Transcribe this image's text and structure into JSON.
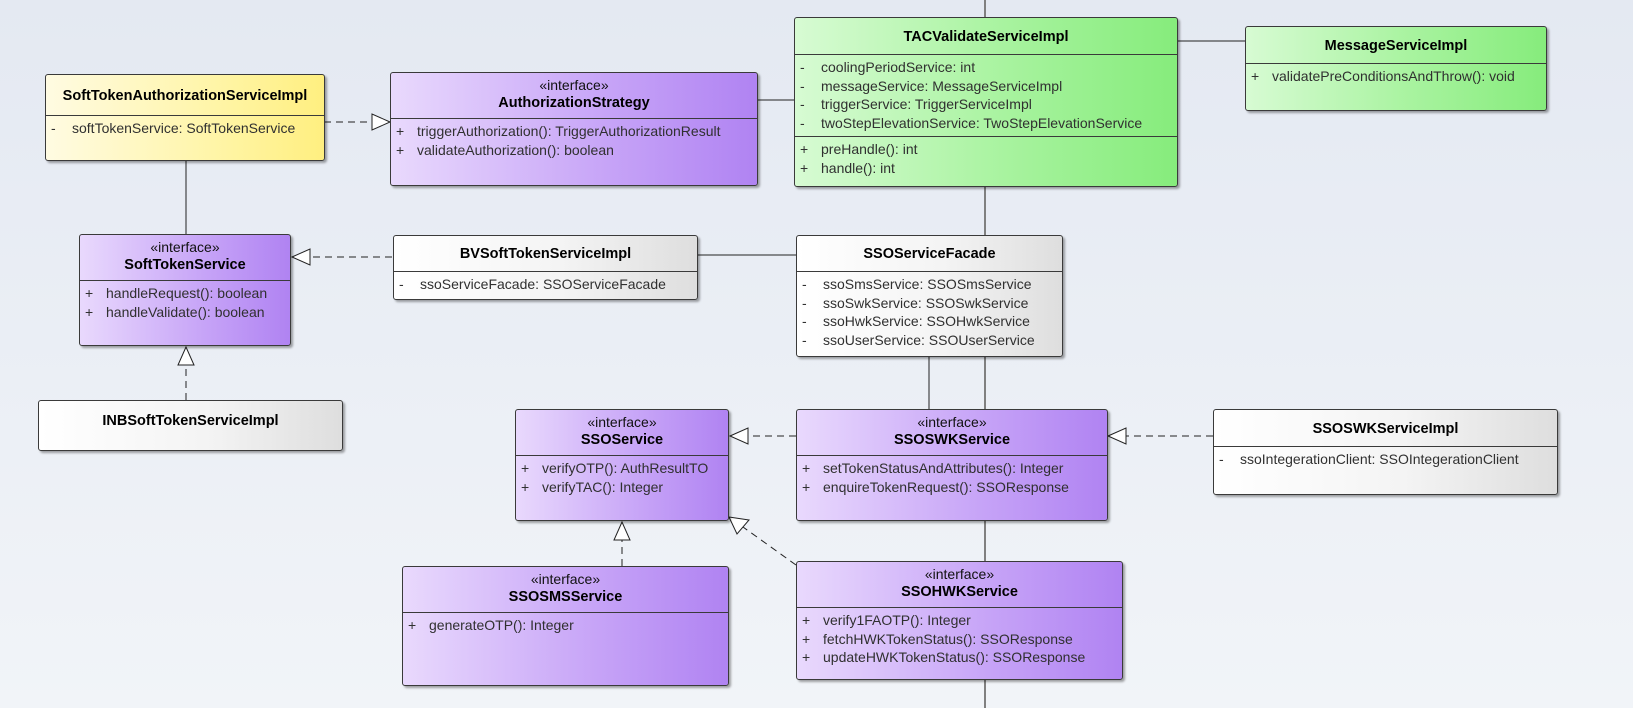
{
  "classes": {
    "soft_token_authorization_service_impl": {
      "name": "SoftTokenAuthorizationServiceImpl",
      "attributes": [
        {
          "vis": "-",
          "text": "softTokenService: SoftTokenService"
        }
      ]
    },
    "authorization_strategy": {
      "stereotype": "«interface»",
      "name": "AuthorizationStrategy",
      "operations": [
        {
          "vis": "+",
          "text": "triggerAuthorization(): TriggerAuthorizationResult"
        },
        {
          "vis": "+",
          "text": "validateAuthorization(): boolean"
        }
      ]
    },
    "tac_validate_service_impl": {
      "name": "TACValidateServiceImpl",
      "attributes": [
        {
          "vis": "-",
          "text": "coolingPeriodService: int"
        },
        {
          "vis": "-",
          "text": "messageService: MessageServiceImpl"
        },
        {
          "vis": "-",
          "text": "triggerService: TriggerServiceImpl"
        },
        {
          "vis": "-",
          "text": "twoStepElevationService: TwoStepElevationService"
        }
      ],
      "operations": [
        {
          "vis": "+",
          "text": "preHandle(): int"
        },
        {
          "vis": "+",
          "text": "handle(): int"
        }
      ]
    },
    "message_service_impl": {
      "name": "MessageServiceImpl",
      "operations": [
        {
          "vis": "+",
          "text": "validatePreConditionsAndThrow(): void"
        }
      ]
    },
    "soft_token_service": {
      "stereotype": "«interface»",
      "name": "SoftTokenService",
      "operations": [
        {
          "vis": "+",
          "text": "handleRequest(): boolean"
        },
        {
          "vis": "+",
          "text": "handleValidate(): boolean"
        }
      ]
    },
    "bv_soft_token_service_impl": {
      "name": "BVSoftTokenServiceImpl",
      "attributes": [
        {
          "vis": "-",
          "text": "ssoServiceFacade: SSOServiceFacade"
        }
      ]
    },
    "sso_service_facade": {
      "name": "SSOServiceFacade",
      "attributes": [
        {
          "vis": "-",
          "text": "ssoSmsService: SSOSmsService"
        },
        {
          "vis": "-",
          "text": "ssoSwkService: SSOSwkService"
        },
        {
          "vis": "-",
          "text": "ssoHwkService: SSOHwkService"
        },
        {
          "vis": "-",
          "text": "ssoUserService: SSOUserService"
        }
      ]
    },
    "inb_soft_token_service_impl": {
      "name": "INBSoftTokenServiceImpl"
    },
    "sso_service": {
      "stereotype": "«interface»",
      "name": "SSOService",
      "operations": [
        {
          "vis": "+",
          "text": "verifyOTP(): AuthResultTO"
        },
        {
          "vis": "+",
          "text": "verifyTAC(): Integer"
        }
      ]
    },
    "ssoswk_service": {
      "stereotype": "«interface»",
      "name": "SSOSWKService",
      "operations": [
        {
          "vis": "+",
          "text": "setTokenStatusAndAttributes(): Integer"
        },
        {
          "vis": "+",
          "text": "enquireTokenRequest(): SSOResponse"
        }
      ]
    },
    "ssoswk_service_impl": {
      "name": "SSOSWKServiceImpl",
      "attributes": [
        {
          "vis": "-",
          "text": "ssoIntegerationClient: SSOIntegerationClient"
        }
      ]
    },
    "ssosms_service": {
      "stereotype": "«interface»",
      "name": "SSOSMSService",
      "operations": [
        {
          "vis": "+",
          "text": "generateOTP(): Integer"
        }
      ]
    },
    "ssohwk_service": {
      "stereotype": "«interface»",
      "name": "SSOHWKService",
      "operations": [
        {
          "vis": "+",
          "text": "verify1FAOTP(): Integer"
        },
        {
          "vis": "+",
          "text": "fetchHWKTokenStatus(): SSOResponse"
        },
        {
          "vis": "+",
          "text": "updateHWKTokenStatus(): SSOResponse"
        }
      ]
    }
  }
}
